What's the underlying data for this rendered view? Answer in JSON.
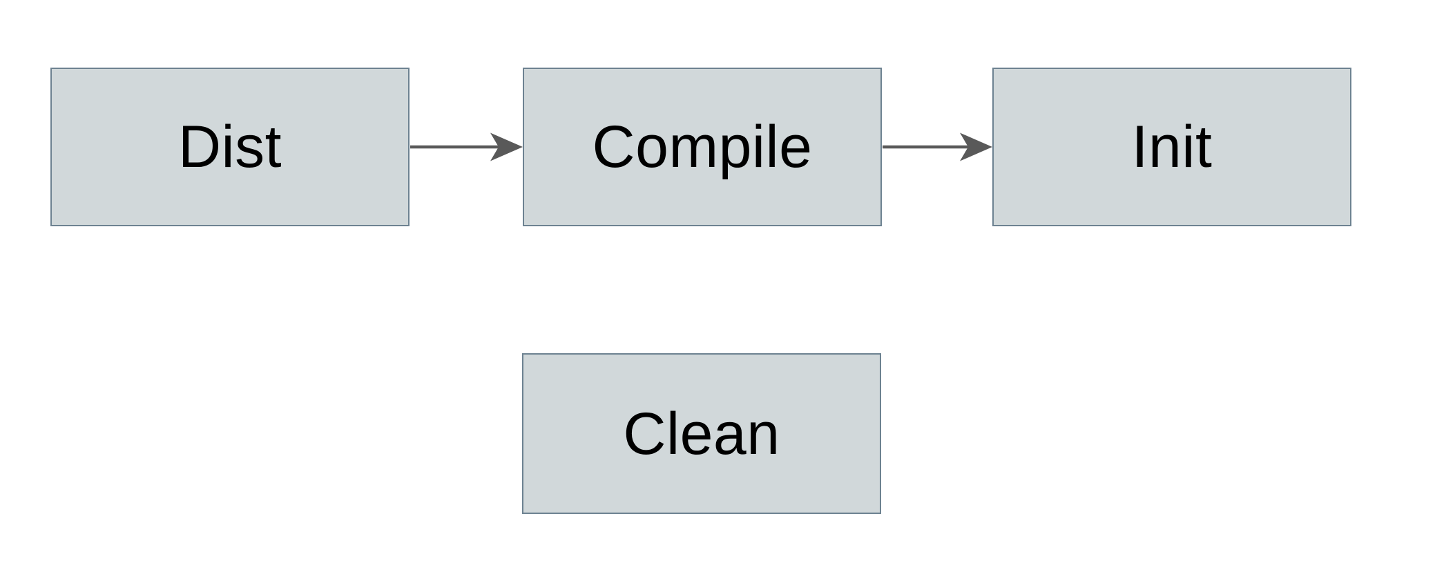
{
  "diagram": {
    "type": "flowchart",
    "nodes": [
      {
        "id": "dist",
        "label": "Dist"
      },
      {
        "id": "compile",
        "label": "Compile"
      },
      {
        "id": "init",
        "label": "Init"
      },
      {
        "id": "clean",
        "label": "Clean"
      }
    ],
    "edges": [
      {
        "from": "Dist",
        "to": "Compile",
        "style": "solid-arrow"
      },
      {
        "from": "Compile",
        "to": "Init",
        "style": "solid-arrow"
      }
    ],
    "colors": {
      "background": "#ffffff",
      "node_fill": "#d1d8da",
      "node_border": "#6d8291",
      "node_text": "#000000",
      "arrow": "#595959"
    }
  }
}
